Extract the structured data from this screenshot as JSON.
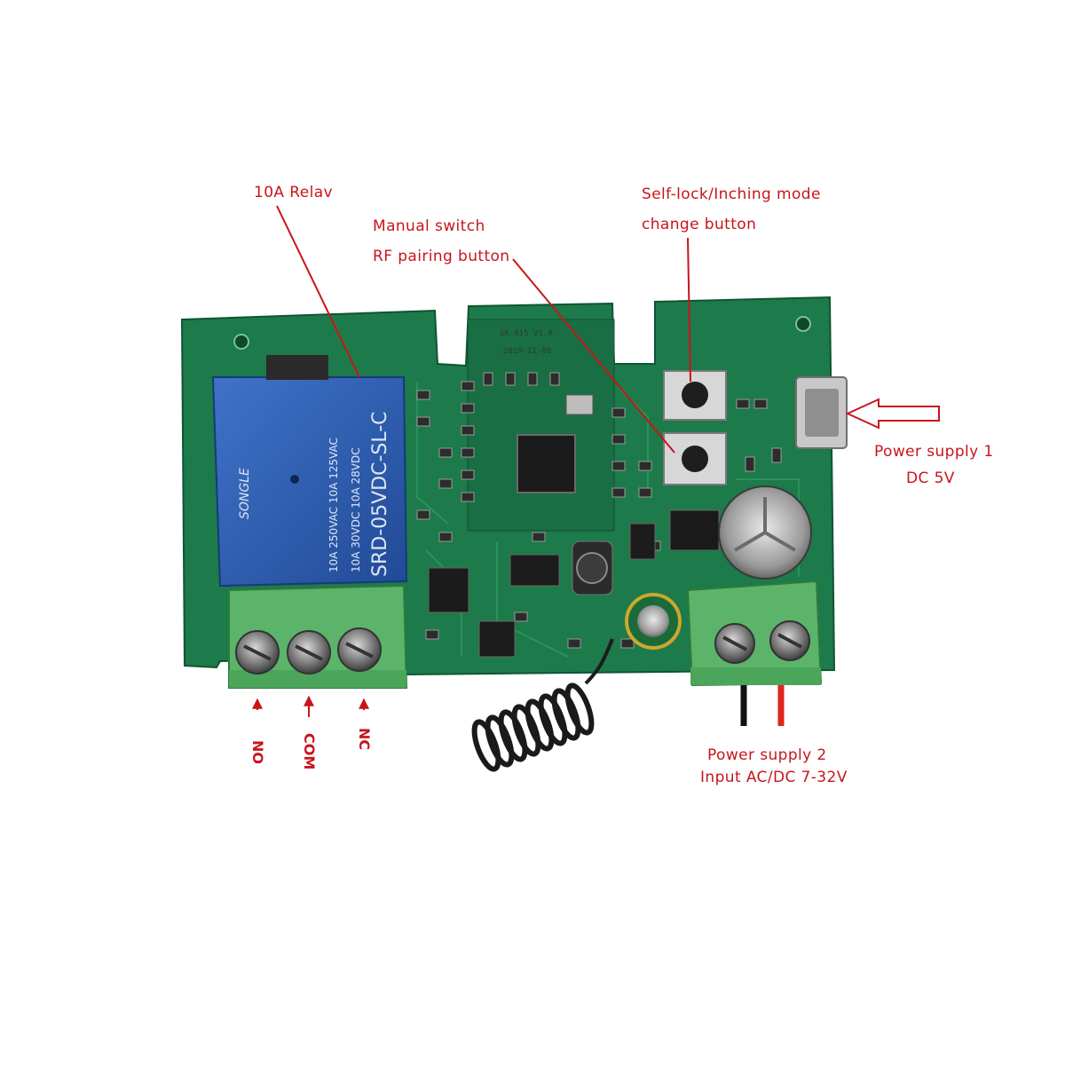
{
  "labels": {
    "relay": "10A Relav",
    "manual_switch_line1": "Manual switch",
    "manual_switch_line2": "RF pairing button",
    "mode_button_line1": "Self-lock/Inching mode",
    "mode_button_line2": "change button",
    "power1_line1": "Power supply 1",
    "power1_line2": "DC 5V",
    "power2_line1": "Power supply 2",
    "power2_line2": "Input AC/DC 7-32V"
  },
  "terminals": [
    "NO",
    "COM",
    "NC"
  ],
  "board": {
    "silkscreen_line1": "SK-015 V1.0",
    "silkscreen_line2": "2019-11-08"
  },
  "relay_module": {
    "brand": "SONGLE",
    "model": "SRD-05VDC-SL-C",
    "rating_line1": "10A 250VAC  10A 125VAC",
    "rating_line2": "10A 30VDC  10A 28VDC"
  },
  "colors": {
    "pcb": "#1d7a4a",
    "relay": "#2d5db0",
    "terminal_block": "#5cb46a",
    "annotation": "#c8151b"
  }
}
